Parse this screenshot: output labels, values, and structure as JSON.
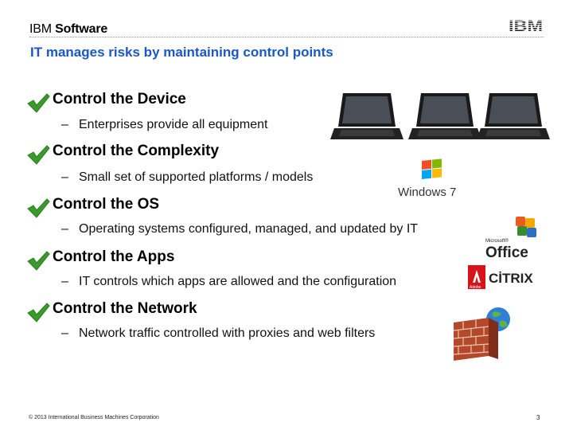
{
  "header": {
    "brand_prefix": "IBM",
    "brand_suffix": "Software",
    "logo_text": "IBM"
  },
  "slide": {
    "title": "IT manages risks by maintaining control points"
  },
  "bullets": [
    {
      "heading": "Control the Device",
      "sub": "Enterprises provide all equipment"
    },
    {
      "heading": "Control the Complexity",
      "sub": "Small set of supported platforms / models"
    },
    {
      "heading": "Control the OS",
      "sub": "Operating systems configured, managed, and updated by IT"
    },
    {
      "heading": "Control the Apps",
      "sub": "IT controls which apps are allowed and the configuration"
    },
    {
      "heading": "Control the Network",
      "sub": "Network traffic controlled with proxies and web filters"
    }
  ],
  "sub_bullet_marker": "–",
  "logos": {
    "windows": "Windows 7",
    "office_small": "Microsoft®",
    "office": "Office",
    "citrix": "CİTRIX",
    "adobe": "Adobe"
  },
  "footer": {
    "copyright": "© 2013 International Business Machines Corporation",
    "page_number": "3"
  },
  "colors": {
    "title": "#1a57c8",
    "check": "#3a9a2a"
  }
}
